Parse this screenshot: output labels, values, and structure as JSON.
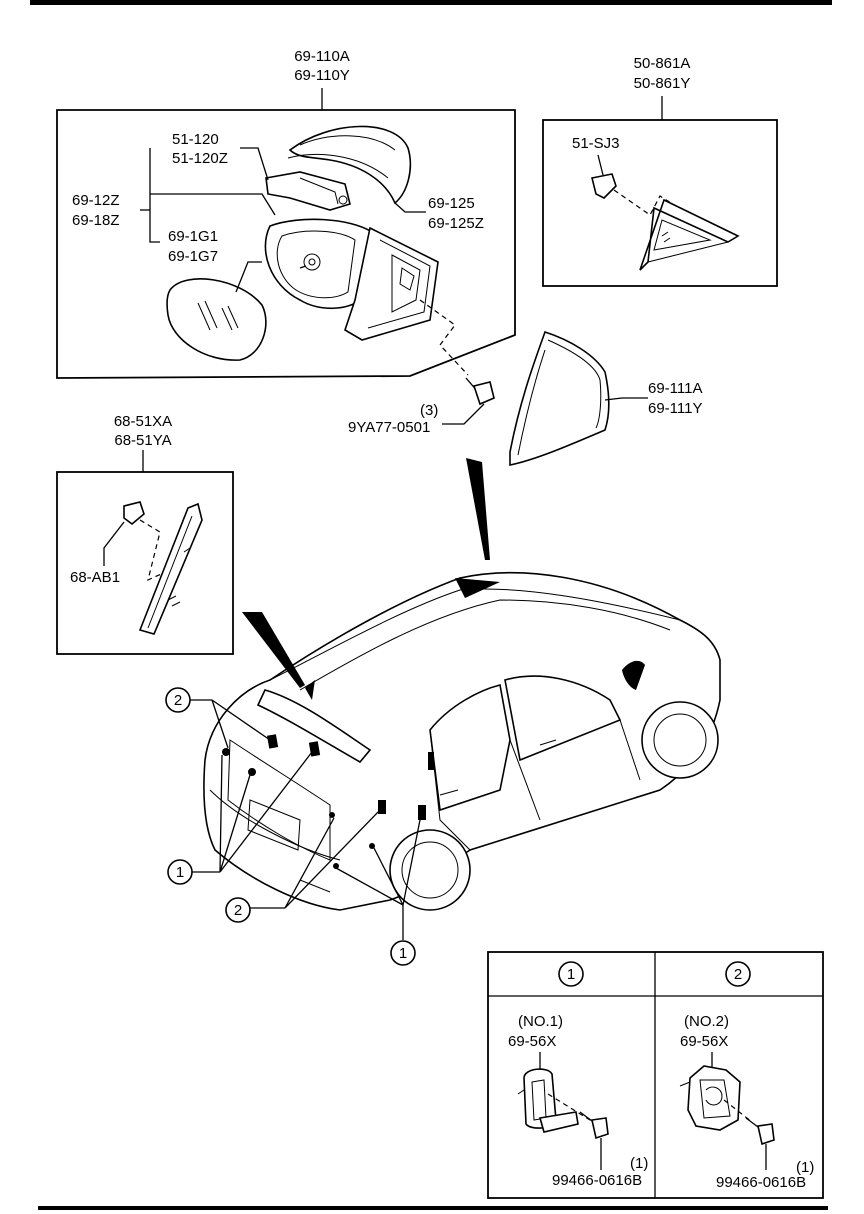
{
  "callouts": {
    "mirror_assy_a": "69-110A",
    "mirror_assy_y": "69-110Y",
    "bracket_a": "51-120",
    "bracket_z": "51-120Z",
    "motor_a": "69-12Z",
    "motor_b": "69-18Z",
    "glass_a": "69-1G1",
    "glass_b": "69-1G7",
    "cover_a": "69-125",
    "cover_z": "69-125Z",
    "bolt": "9YA77-0501",
    "bolt_qty": "(3)",
    "garnish_assy_a": "50-861A",
    "garnish_assy_y": "50-861Y",
    "fastener_sj3": "51-SJ3",
    "trim_a": "69-111A",
    "trim_y": "69-111Y",
    "rear_garnish_a": "68-51XA",
    "rear_garnish_b": "68-51YA",
    "clip_ab1": "68-AB1"
  },
  "markers": {
    "one": "1",
    "two": "2"
  },
  "detail_table": {
    "col1_header": "1",
    "col2_header": "2",
    "col1_note": "(NO.1)",
    "col1_part": "69-56X",
    "col1_screw": "99466-0616B",
    "col1_qty": "(1)",
    "col2_note": "(NO.2)",
    "col2_part": "69-56X",
    "col2_screw": "99466-0616B",
    "col2_qty": "(1)"
  }
}
